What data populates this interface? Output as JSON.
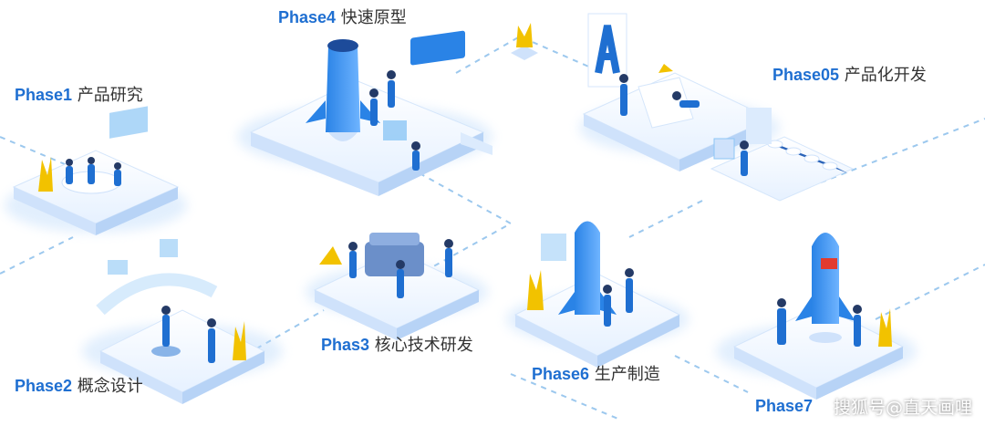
{
  "phases": [
    {
      "id": "phase1",
      "tag": "Phase1",
      "name": "产品研究"
    },
    {
      "id": "phase2",
      "tag": "Phase2",
      "name": "概念设计"
    },
    {
      "id": "phase3",
      "tag": "Phas3",
      "name": "核心技术研发"
    },
    {
      "id": "phase4",
      "tag": "Phase4",
      "name": "快速原型"
    },
    {
      "id": "phase05",
      "tag": "Phase05",
      "name": "产品化开发"
    },
    {
      "id": "phase6",
      "tag": "Phase6",
      "name": "生产制造"
    },
    {
      "id": "phase7",
      "tag": "Phase7",
      "name": ""
    }
  ],
  "watermark": "搜狐号@直天画哩",
  "colors": {
    "accent": "#1f6fd1",
    "platform_top": "#f2f8ff",
    "platform_side": "#cfe2fb",
    "path": "#9cc8ee",
    "gold": "#f2c200"
  }
}
